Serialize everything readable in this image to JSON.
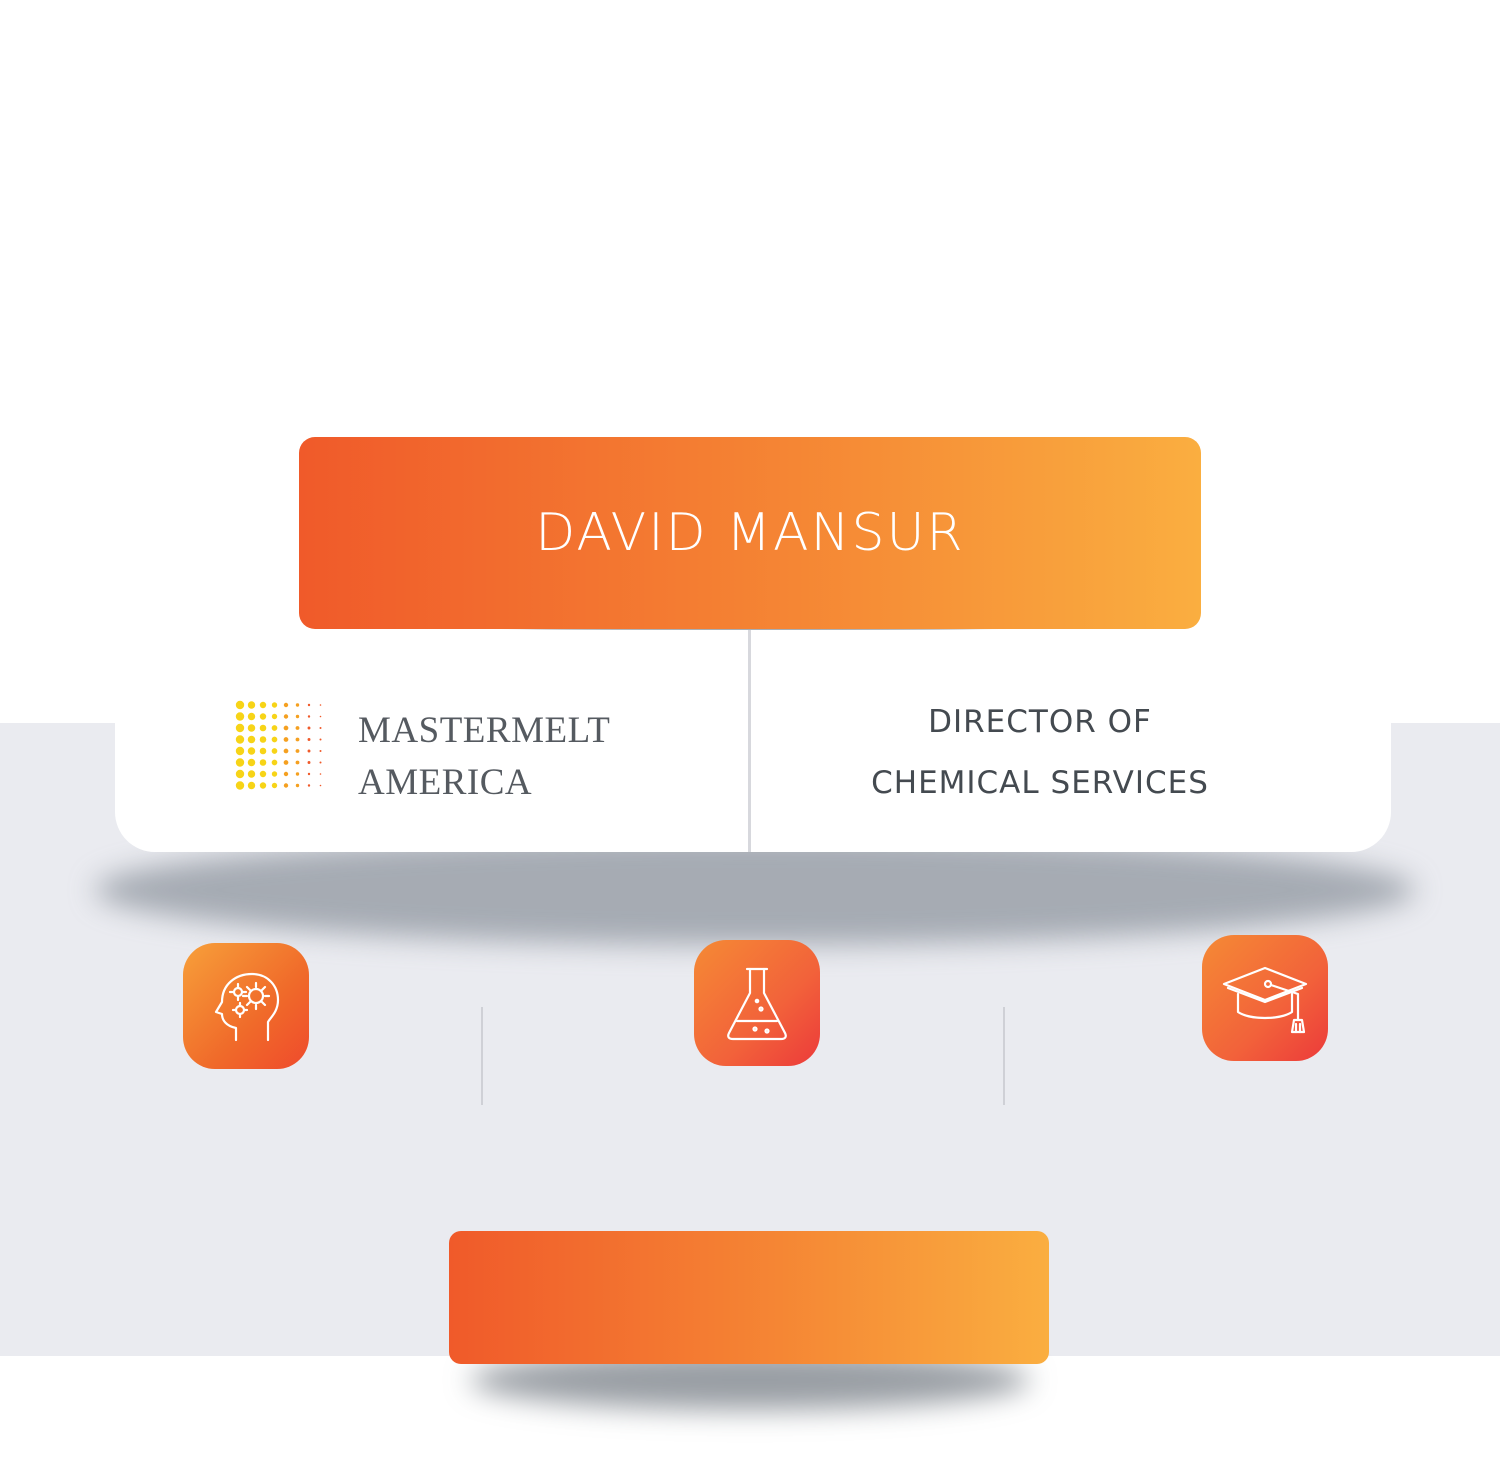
{
  "profile": {
    "name": "DAVID MANSUR",
    "company_line1": "MASTERMELT",
    "company_line2": "AMERICA",
    "role_line1": "DIRECTOR OF",
    "role_line2": "CHEMICAL SERVICES"
  },
  "icons": [
    "brain-gears-icon",
    "flask-icon",
    "graduation-cap-icon"
  ],
  "colors": {
    "gradient_start": "#f05a2a",
    "gradient_end": "#faae40",
    "band_gray": "#eaebf0",
    "logo_yellow": "#f7d417",
    "logo_orange": "#f05a2a"
  }
}
